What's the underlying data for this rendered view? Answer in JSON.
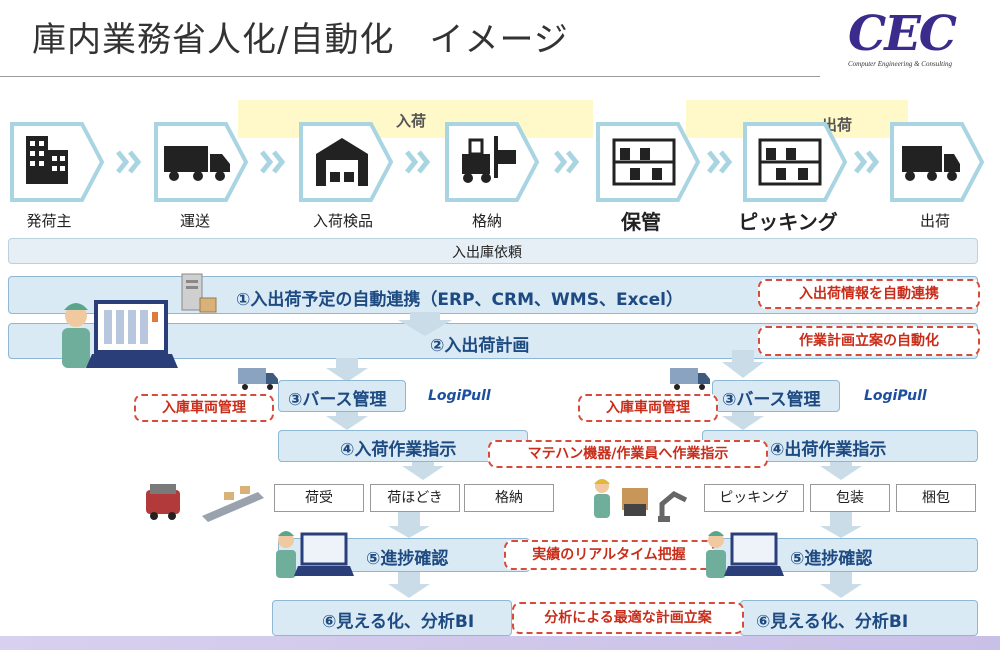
{
  "header": {
    "title": "庫内業務省人化/自動化　イメージ",
    "logo_main": "CEC",
    "logo_sub": "Computer Engineering & Consulting"
  },
  "flow": {
    "bands": {
      "inbound": "入荷",
      "outbound": "出荷"
    },
    "stages": [
      "発荷主",
      "運送",
      "入荷検品",
      "格納",
      "保管",
      "ピッキング",
      "出荷"
    ],
    "icons": [
      "building-icon",
      "truck-icon",
      "warehouse-icon",
      "forklift-icon",
      "shelf-icon",
      "shelf-icon",
      "truck-icon"
    ]
  },
  "bars": {
    "request": "入出庫依頼",
    "auto_link": "①入出荷予定の自動連携（ERP、CRM、WMS、Excel）",
    "plan": "②入出荷計画",
    "berth": "③バース管理",
    "inbound_instruction": "④入荷作業指示",
    "outbound_instruction": "④出荷作業指示",
    "progress": "⑤進捗確認",
    "bi": "⑥見える化、分析BI"
  },
  "notes": {
    "auto_info": "入出荷情報を自動連携",
    "auto_plan": "作業計画立案の自動化",
    "vehicle": "入庫車両管理",
    "instruction": "マテハン機器/作業員へ作業指示",
    "realtime": "実績のリアルタイム把握",
    "optimal": "分析による最適な計画立案"
  },
  "tasks": {
    "inbound": [
      "荷受",
      "荷ほどき",
      "格納"
    ],
    "outbound": [
      "ピッキング",
      "包装",
      "梱包"
    ]
  },
  "brand": {
    "logipull": "LogiPull"
  },
  "colors": {
    "accent_blue": "#1e4a82",
    "note_red": "#c92d1a",
    "band_yellow": "#fff8c8",
    "bar_blue": "#d9eaf4"
  }
}
